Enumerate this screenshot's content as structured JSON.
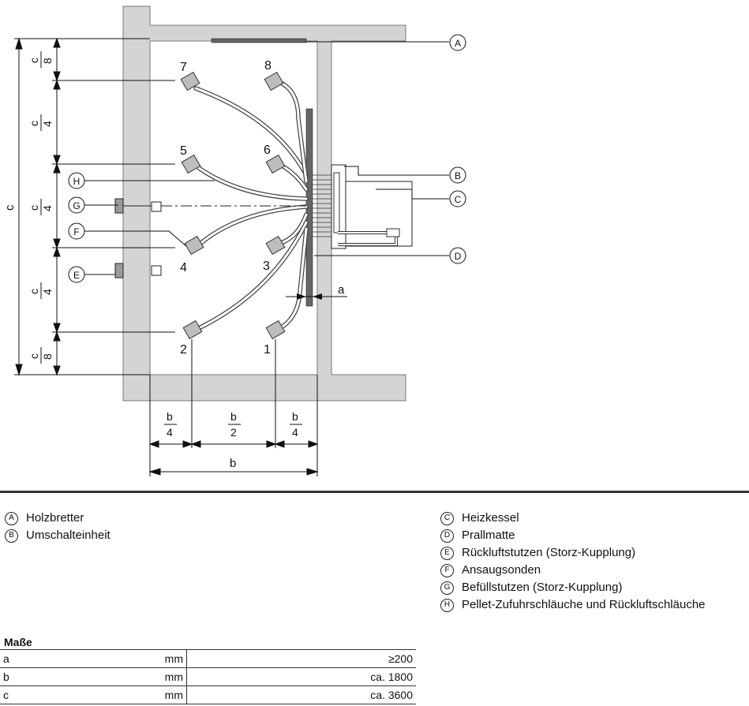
{
  "diagram": {
    "callouts": {
      "A": "A",
      "B": "B",
      "C": "C",
      "D": "D",
      "E": "E",
      "F": "F",
      "G": "G",
      "H": "H"
    },
    "probes": [
      "1",
      "2",
      "3",
      "4",
      "5",
      "6",
      "7",
      "8"
    ],
    "dims": {
      "c": "c",
      "c8": {
        "num": "c",
        "den": "8"
      },
      "c4": {
        "num": "c",
        "den": "4"
      },
      "b": "b",
      "b4": {
        "num": "b",
        "den": "4"
      },
      "b2": {
        "num": "b",
        "den": "2"
      },
      "a": "a"
    }
  },
  "legend": {
    "left": [
      {
        "key": "A",
        "text": "Holzbretter"
      },
      {
        "key": "B",
        "text": "Umschalteinheit"
      }
    ],
    "right": [
      {
        "key": "C",
        "text": "Heizkessel"
      },
      {
        "key": "D",
        "text": "Prallmatte"
      },
      {
        "key": "E",
        "text": "Rückluftstutzen (Storz-Kupplung)"
      },
      {
        "key": "F",
        "text": "Ansaugsonden"
      },
      {
        "key": "G",
        "text": "Befüllstutzen (Storz-Kupplung)"
      },
      {
        "key": "H",
        "text": "Pellet-Zufuhrschläuche und Rückluftschläuche"
      }
    ]
  },
  "masse": {
    "title": "Maße",
    "rows": [
      {
        "name": "a",
        "unit": "mm",
        "value": "≥200"
      },
      {
        "name": "b",
        "unit": "mm",
        "value": "ca. 1800"
      },
      {
        "name": "c",
        "unit": "mm",
        "value": "ca. 3600"
      }
    ]
  }
}
